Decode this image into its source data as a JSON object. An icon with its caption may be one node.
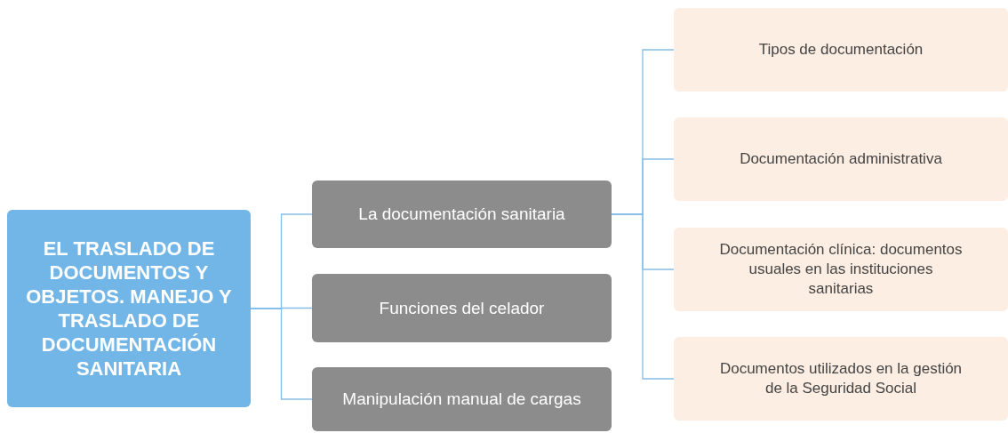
{
  "diagram": {
    "nodes": [
      {
        "text": [
          "EL TRASLADO DE DOCUMENTOS Y OBJETOS. MANEJO Y TRASLADO DE DOCUMENTACIÓN SANITARIA"
        ]
      },
      {
        "text": [
          "La documentación sanitaria"
        ]
      },
      {
        "text": [
          "Funciones del celador"
        ]
      },
      {
        "text": [
          "Manipulación manual de cargas"
        ]
      },
      {
        "text": [
          "Tipos de documentación"
        ]
      },
      {
        "text": [
          "Documentación administrativa"
        ]
      },
      {
        "text": [
          "Documentación clínica: documentos usuales en las instituciones sanitarias"
        ]
      },
      {
        "text": [
          "Documentos utilizados en la gestión de la Seguridad Social"
        ]
      }
    ],
    "edges": [
      {
        "from": 0,
        "to": 1,
        "arrow": "none"
      },
      {
        "from": 0,
        "to": 2,
        "arrow": "none"
      },
      {
        "from": 0,
        "to": 3,
        "arrow": "none"
      },
      {
        "from": 1,
        "to": 4,
        "arrow": "none"
      },
      {
        "from": 1,
        "to": 5,
        "arrow": "none"
      },
      {
        "from": 1,
        "to": 6,
        "arrow": "none"
      },
      {
        "from": 1,
        "to": 7,
        "arrow": "none"
      }
    ]
  }
}
